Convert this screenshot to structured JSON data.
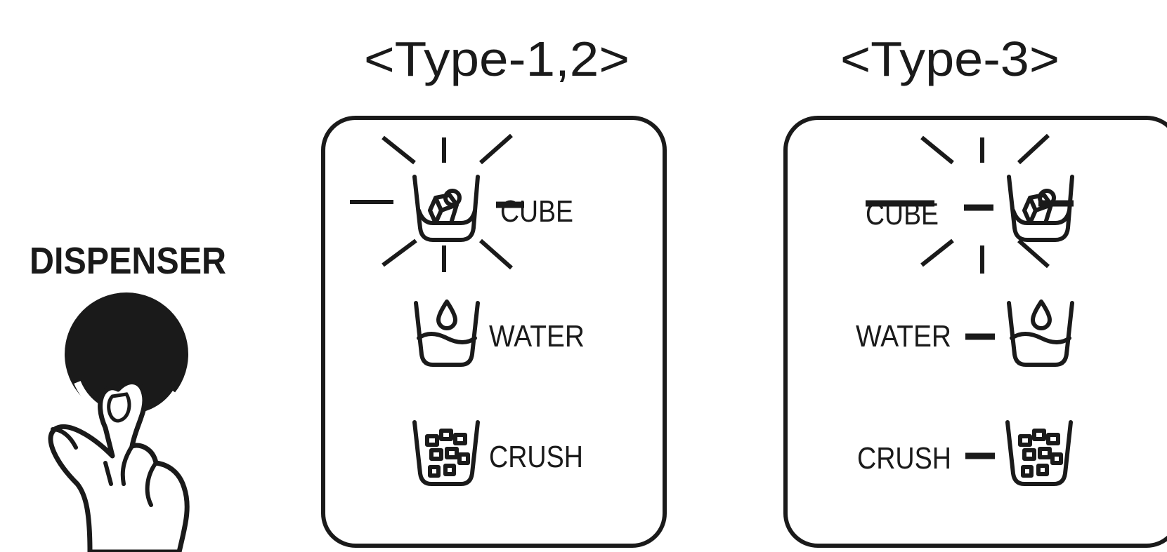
{
  "dispenser": {
    "title": "DISPENSER"
  },
  "panels": [
    {
      "title": "<Type-1,2>",
      "options": [
        {
          "label": "CUBE",
          "icon": "ice-cube-cup-icon",
          "selected": true
        },
        {
          "label": "WATER",
          "icon": "water-cup-icon",
          "selected": false
        },
        {
          "label": "CRUSH",
          "icon": "crushed-ice-cup-icon",
          "selected": false
        }
      ]
    },
    {
      "title": "<Type-3>",
      "options": [
        {
          "label": "CUBE",
          "icon": "ice-cube-cup-icon",
          "selected": true
        },
        {
          "label": "WATER",
          "icon": "water-cup-icon",
          "selected": false
        },
        {
          "label": "CRUSH",
          "icon": "crushed-ice-cup-icon",
          "selected": false
        }
      ]
    }
  ],
  "colors": {
    "ink": "#1a1a1a",
    "background": "#ffffff"
  }
}
